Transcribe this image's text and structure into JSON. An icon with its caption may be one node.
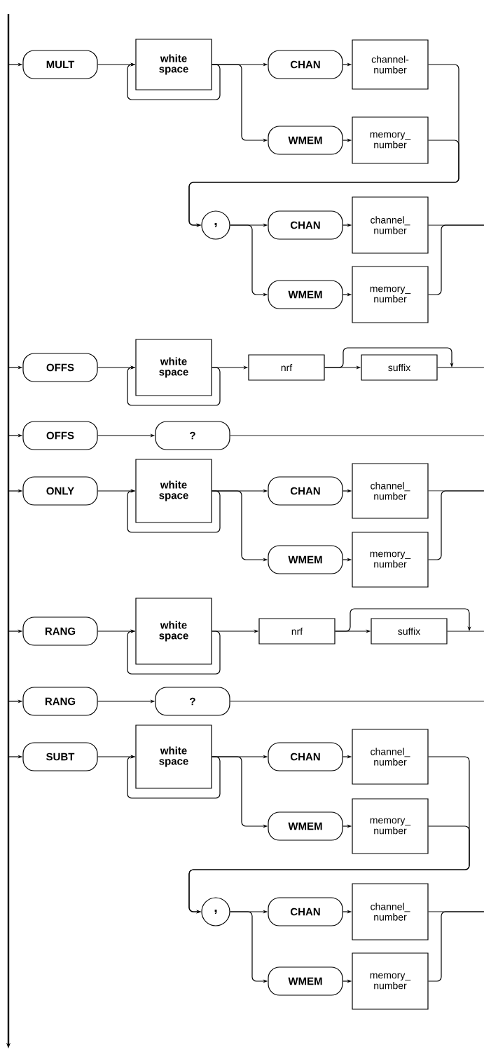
{
  "diagram": {
    "nodes": [
      {
        "text": [
          "MULT"
        ]
      },
      {
        "text": [
          "white space"
        ]
      },
      {
        "text": [
          "CHAN"
        ]
      },
      {
        "text": [
          "channel- number"
        ]
      },
      {
        "text": [
          "WMEM"
        ]
      },
      {
        "text": [
          "memory_ number"
        ]
      },
      {
        "text": [
          ","
        ]
      },
      {
        "text": [
          "CHAN"
        ]
      },
      {
        "text": [
          "channel_ number"
        ]
      },
      {
        "text": [
          "WMEM"
        ]
      },
      {
        "text": [
          "memory_ number"
        ]
      },
      {
        "text": [
          "OFFS"
        ]
      },
      {
        "text": [
          "white space"
        ]
      },
      {
        "text": [
          "nrf"
        ]
      },
      {
        "text": [
          "suffix"
        ]
      },
      {
        "text": [
          "OFFS"
        ]
      },
      {
        "text": [
          "?"
        ]
      },
      {
        "text": [
          "ONLY"
        ]
      },
      {
        "text": [
          "white space"
        ]
      },
      {
        "text": [
          "CHAN"
        ]
      },
      {
        "text": [
          "channel_ number"
        ]
      },
      {
        "text": [
          "WMEM"
        ]
      },
      {
        "text": [
          "memory_ number"
        ]
      },
      {
        "text": [
          "RANG"
        ]
      },
      {
        "text": [
          "white space"
        ]
      },
      {
        "text": [
          "nrf"
        ]
      },
      {
        "text": [
          "suffix"
        ]
      },
      {
        "text": [
          "RANG"
        ]
      },
      {
        "text": [
          "?"
        ]
      },
      {
        "text": [
          "SUBT"
        ]
      },
      {
        "text": [
          "white space"
        ]
      },
      {
        "text": [
          "CHAN"
        ]
      },
      {
        "text": [
          "channel_ number"
        ]
      },
      {
        "text": [
          "WMEM"
        ]
      },
      {
        "text": [
          "memory_ number"
        ]
      },
      {
        "text": [
          ","
        ]
      },
      {
        "text": [
          "CHAN"
        ]
      },
      {
        "text": [
          "channel_ number"
        ]
      },
      {
        "text": [
          "WMEM"
        ]
      },
      {
        "text": [
          "memory_ number"
        ]
      }
    ],
    "edges": [
      {
        "from": null,
        "to": 0,
        "arrow": "to"
      },
      {
        "from": 0,
        "to": 1,
        "arrow": "to"
      },
      {
        "from": 1,
        "to": 1,
        "arrow": "to"
      },
      {
        "from": 1,
        "to": 2,
        "arrow": "to"
      },
      {
        "from": 1,
        "to": 4,
        "arrow": "to"
      },
      {
        "from": 2,
        "to": 3,
        "arrow": "to"
      },
      {
        "from": 4,
        "to": 5,
        "arrow": "to"
      },
      {
        "from": 3,
        "to": 6,
        "arrow": "to"
      },
      {
        "from": 5,
        "to": 6,
        "arrow": "to"
      },
      {
        "from": 6,
        "to": 7,
        "arrow": "to"
      },
      {
        "from": 6,
        "to": 9,
        "arrow": "to"
      },
      {
        "from": 7,
        "to": 8,
        "arrow": "to"
      },
      {
        "from": 9,
        "to": 10,
        "arrow": "to"
      },
      {
        "from": 8,
        "to": null,
        "arrow": "none"
      },
      {
        "from": 10,
        "to": null,
        "arrow": "none"
      },
      {
        "from": null,
        "to": 11,
        "arrow": "to"
      },
      {
        "from": 11,
        "to": 12,
        "arrow": "to"
      },
      {
        "from": 12,
        "to": 12,
        "arrow": "to"
      },
      {
        "from": 12,
        "to": 13,
        "arrow": "to"
      },
      {
        "from": 13,
        "to": 14,
        "arrow": "to"
      },
      {
        "from": 13,
        "to": null,
        "arrow": "to"
      },
      {
        "from": 14,
        "to": null,
        "arrow": "none"
      },
      {
        "from": null,
        "to": 15,
        "arrow": "to"
      },
      {
        "from": 15,
        "to": 16,
        "arrow": "to"
      },
      {
        "from": 16,
        "to": null,
        "arrow": "none"
      },
      {
        "from": null,
        "to": 17,
        "arrow": "to"
      },
      {
        "from": 17,
        "to": 18,
        "arrow": "to"
      },
      {
        "from": 18,
        "to": 18,
        "arrow": "to"
      },
      {
        "from": 18,
        "to": 19,
        "arrow": "to"
      },
      {
        "from": 18,
        "to": 21,
        "arrow": "to"
      },
      {
        "from": 19,
        "to": 20,
        "arrow": "to"
      },
      {
        "from": 21,
        "to": 22,
        "arrow": "to"
      },
      {
        "from": 20,
        "to": null,
        "arrow": "none"
      },
      {
        "from": 22,
        "to": null,
        "arrow": "none"
      },
      {
        "from": null,
        "to": 23,
        "arrow": "to"
      },
      {
        "from": 23,
        "to": 24,
        "arrow": "to"
      },
      {
        "from": 24,
        "to": 24,
        "arrow": "to"
      },
      {
        "from": 24,
        "to": 25,
        "arrow": "to"
      },
      {
        "from": 25,
        "to": 26,
        "arrow": "to"
      },
      {
        "from": 25,
        "to": null,
        "arrow": "to"
      },
      {
        "from": 26,
        "to": null,
        "arrow": "none"
      },
      {
        "from": null,
        "to": 27,
        "arrow": "to"
      },
      {
        "from": 27,
        "to": 28,
        "arrow": "to"
      },
      {
        "from": 28,
        "to": null,
        "arrow": "none"
      },
      {
        "from": null,
        "to": 29,
        "arrow": "to"
      },
      {
        "from": 29,
        "to": 30,
        "arrow": "to"
      },
      {
        "from": 30,
        "to": 30,
        "arrow": "to"
      },
      {
        "from": 30,
        "to": 31,
        "arrow": "to"
      },
      {
        "from": 30,
        "to": 33,
        "arrow": "to"
      },
      {
        "from": 31,
        "to": 32,
        "arrow": "to"
      },
      {
        "from": 33,
        "to": 34,
        "arrow": "to"
      },
      {
        "from": 32,
        "to": 35,
        "arrow": "to"
      },
      {
        "from": 34,
        "to": 35,
        "arrow": "to"
      },
      {
        "from": 35,
        "to": 36,
        "arrow": "to"
      },
      {
        "from": 35,
        "to": 38,
        "arrow": "to"
      },
      {
        "from": 36,
        "to": 37,
        "arrow": "to"
      },
      {
        "from": 38,
        "to": 39,
        "arrow": "to"
      },
      {
        "from": 37,
        "to": null,
        "arrow": "none"
      },
      {
        "from": 39,
        "to": null,
        "arrow": "none"
      }
    ]
  }
}
